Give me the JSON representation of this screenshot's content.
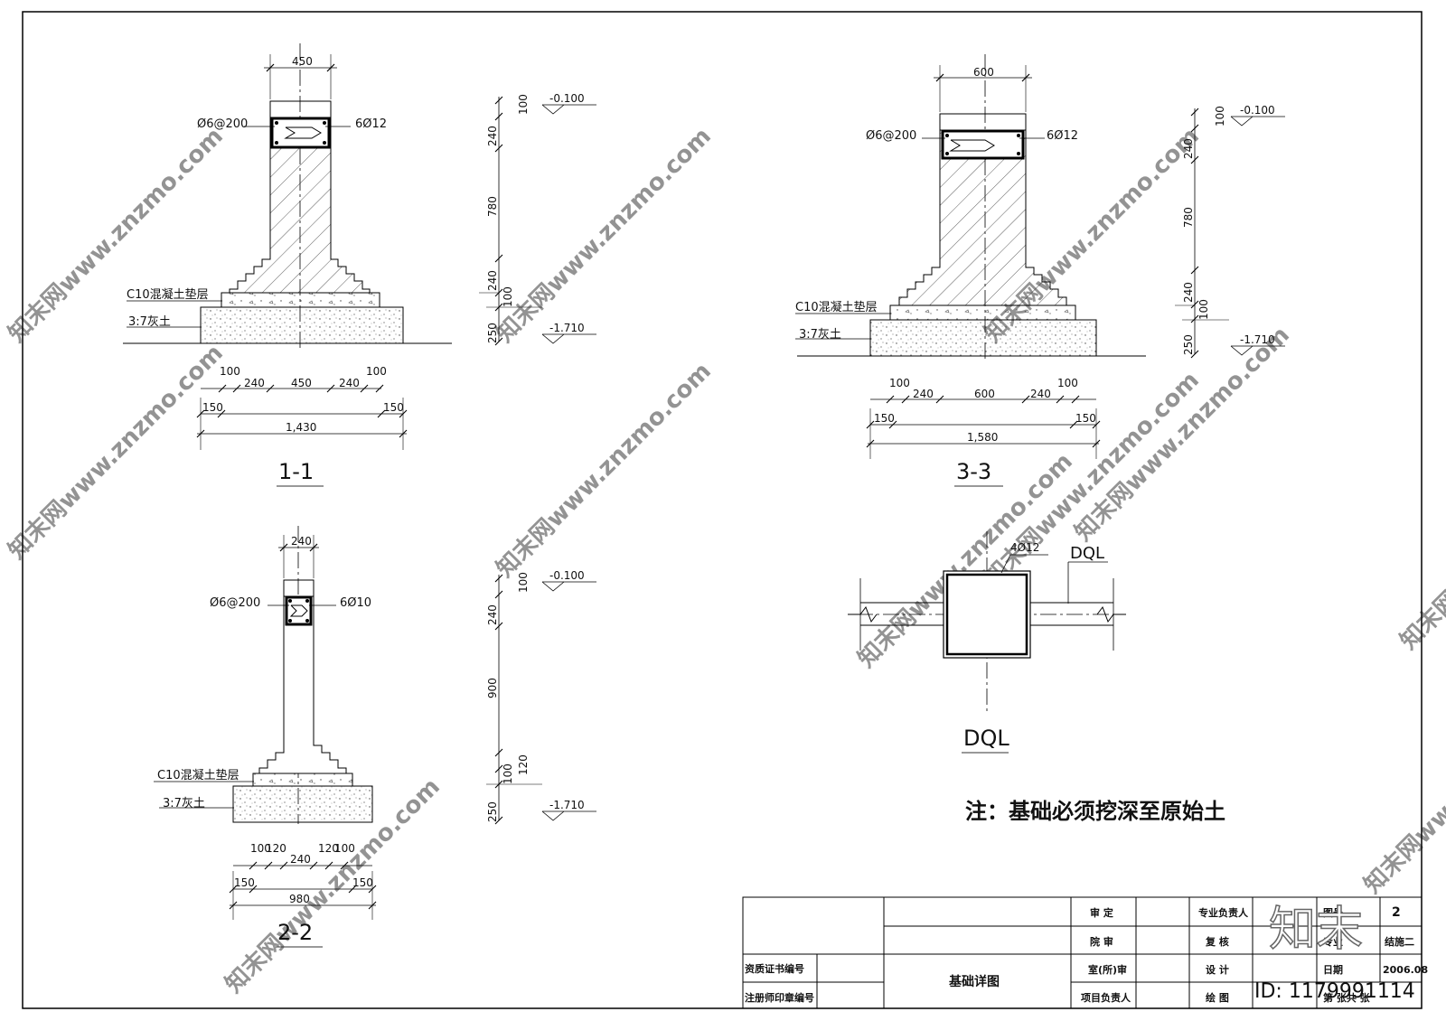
{
  "note": "注：基础必须挖深至原始土",
  "watermark": "知末网www.znzmo.com",
  "logo_text": "知末",
  "id_text": "ID: 1179991114",
  "sections": [
    {
      "title": "1-1",
      "top_width": "450",
      "stirrup": "Ø6@200",
      "main_bar": "6Ø12",
      "cushion_label": "C10混凝土垫层",
      "soil_label": "3:7灰土",
      "elevation_top": "-0.100",
      "elevation_bottom": "-1.710",
      "vertical_dims": [
        "100",
        "240",
        "780",
        "240",
        "100",
        "250"
      ],
      "step_dims": [
        "100",
        "240",
        "450",
        "240",
        "100"
      ],
      "edge_dims": [
        "150",
        "150"
      ],
      "total_width": "1,430"
    },
    {
      "title": "3-3",
      "top_width": "600",
      "stirrup": "Ø6@200",
      "main_bar": "6Ø12",
      "cushion_label": "C10混凝土垫层",
      "soil_label": "3:7灰土",
      "elevation_top": "-0.100",
      "elevation_bottom": "-1.710",
      "vertical_dims": [
        "100",
        "240",
        "780",
        "240",
        "100",
        "250"
      ],
      "step_dims": [
        "100",
        "240",
        "600",
        "240",
        "100"
      ],
      "edge_dims": [
        "150",
        "150"
      ],
      "total_width": "1,580"
    },
    {
      "title": "2-2",
      "top_width": "240",
      "stirrup": "Ø6@200",
      "main_bar": "6Ø10",
      "cushion_label": "C10混凝土垫层",
      "soil_label": "3:7灰土",
      "elevation_top": "-0.100",
      "elevation_bottom": "-1.710",
      "vertical_dims": [
        "100",
        "240",
        "900",
        "120",
        "100",
        "250"
      ],
      "step_dims": [
        "100",
        "120",
        "240",
        "120",
        "100"
      ],
      "edge_dims": [
        "150",
        "150"
      ],
      "total_width": "980"
    }
  ],
  "dql": {
    "title": "DQL",
    "tag": "DQL",
    "bar": "4Ø12"
  },
  "title_block": {
    "cert_label": "资质证书编号",
    "seal_label": "注册师印章编号",
    "drawing_name": "基础详图",
    "approve": "审  定",
    "review": "院  审",
    "office_review": "室(所)审",
    "project_lead": "项目负责人",
    "specialty_lead": "专业负责人",
    "check": "复  核",
    "design": "设  计",
    "draw": "绘  图",
    "drawing_no_label": "图号",
    "drawing_no": "2",
    "specialty_label": "专业",
    "specialty": "结施二",
    "date_label": "日期",
    "date": "2006.08",
    "sheet_label": "第  张共  张"
  }
}
